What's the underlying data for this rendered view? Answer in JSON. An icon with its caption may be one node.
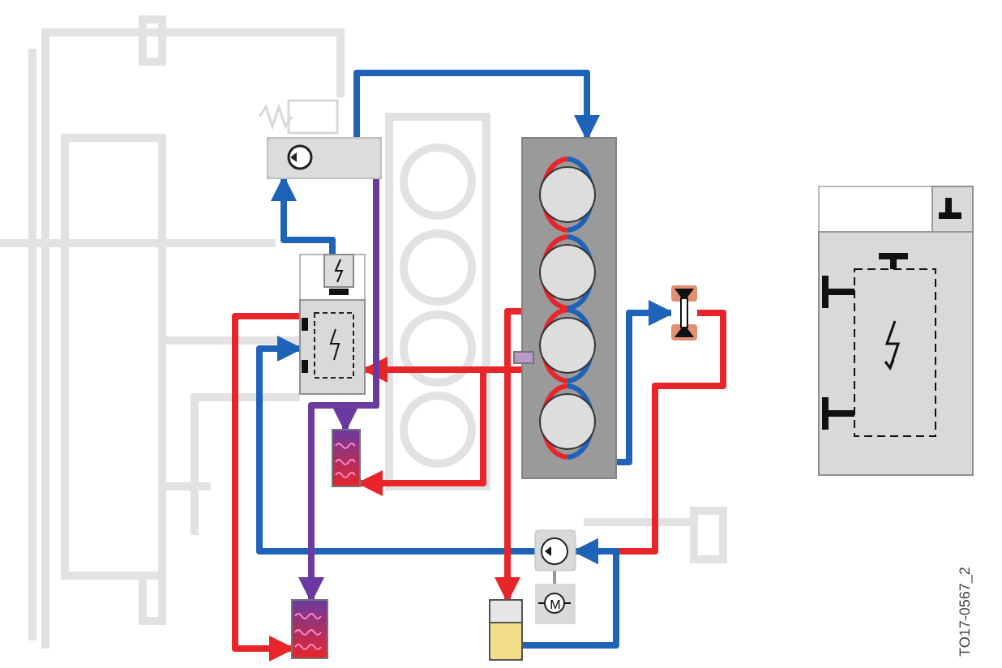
{
  "diagram": {
    "nodes": [
      {
        "text": [],
        "shape": "pump"
      },
      {
        "text": [],
        "shape": "box"
      },
      {
        "text": [],
        "shape": "box"
      },
      {
        "text": [],
        "shape": "valve"
      },
      {
        "text": [],
        "shape": "box"
      },
      {
        "text": [],
        "shape": "box"
      },
      {
        "text": [],
        "shape": "pump"
      },
      {
        "text": [
          "M"
        ]
      },
      {
        "text": [],
        "shape": "cylinder"
      },
      {
        "text": [],
        "shape": "box"
      },
      {
        "text": [],
        "shape": "box"
      }
    ],
    "edges": [
      {
        "from": 0,
        "to": 2,
        "arrow": "to",
        "color": "#1f63b8"
      },
      {
        "from": 1,
        "to": 0,
        "arrow": "to",
        "color": "#1f63b8"
      },
      {
        "from": 6,
        "to": 1,
        "arrow": "to",
        "color": "#1f63b8"
      },
      {
        "from": 2,
        "to": 3,
        "arrow": "to",
        "color": "#1f63b8"
      },
      {
        "from": 3,
        "to": 6,
        "arrow": "to",
        "color": "#e8252a"
      },
      {
        "from": 8,
        "to": 6,
        "arrow": "to",
        "color": "#1f63b8"
      },
      {
        "from": 2,
        "to": 1,
        "arrow": "to",
        "color": "#e8252a"
      },
      {
        "from": 2,
        "to": 4,
        "arrow": "to",
        "color": "#e8252a"
      },
      {
        "from": 2,
        "to": 8,
        "arrow": "to",
        "color": "#e8252a"
      },
      {
        "from": 1,
        "to": 5,
        "arrow": "to",
        "color": "#e8252a"
      },
      {
        "from": 0,
        "to": 4,
        "arrow": "to",
        "color": "#6a3aa0"
      },
      {
        "from": 0,
        "to": 5,
        "arrow": "to",
        "color": "#6a3aa0"
      },
      {
        "from": 6,
        "to": 7,
        "arrow": "none",
        "color": "#999999"
      }
    ],
    "labels": [
      "TO17-0567_2"
    ]
  }
}
